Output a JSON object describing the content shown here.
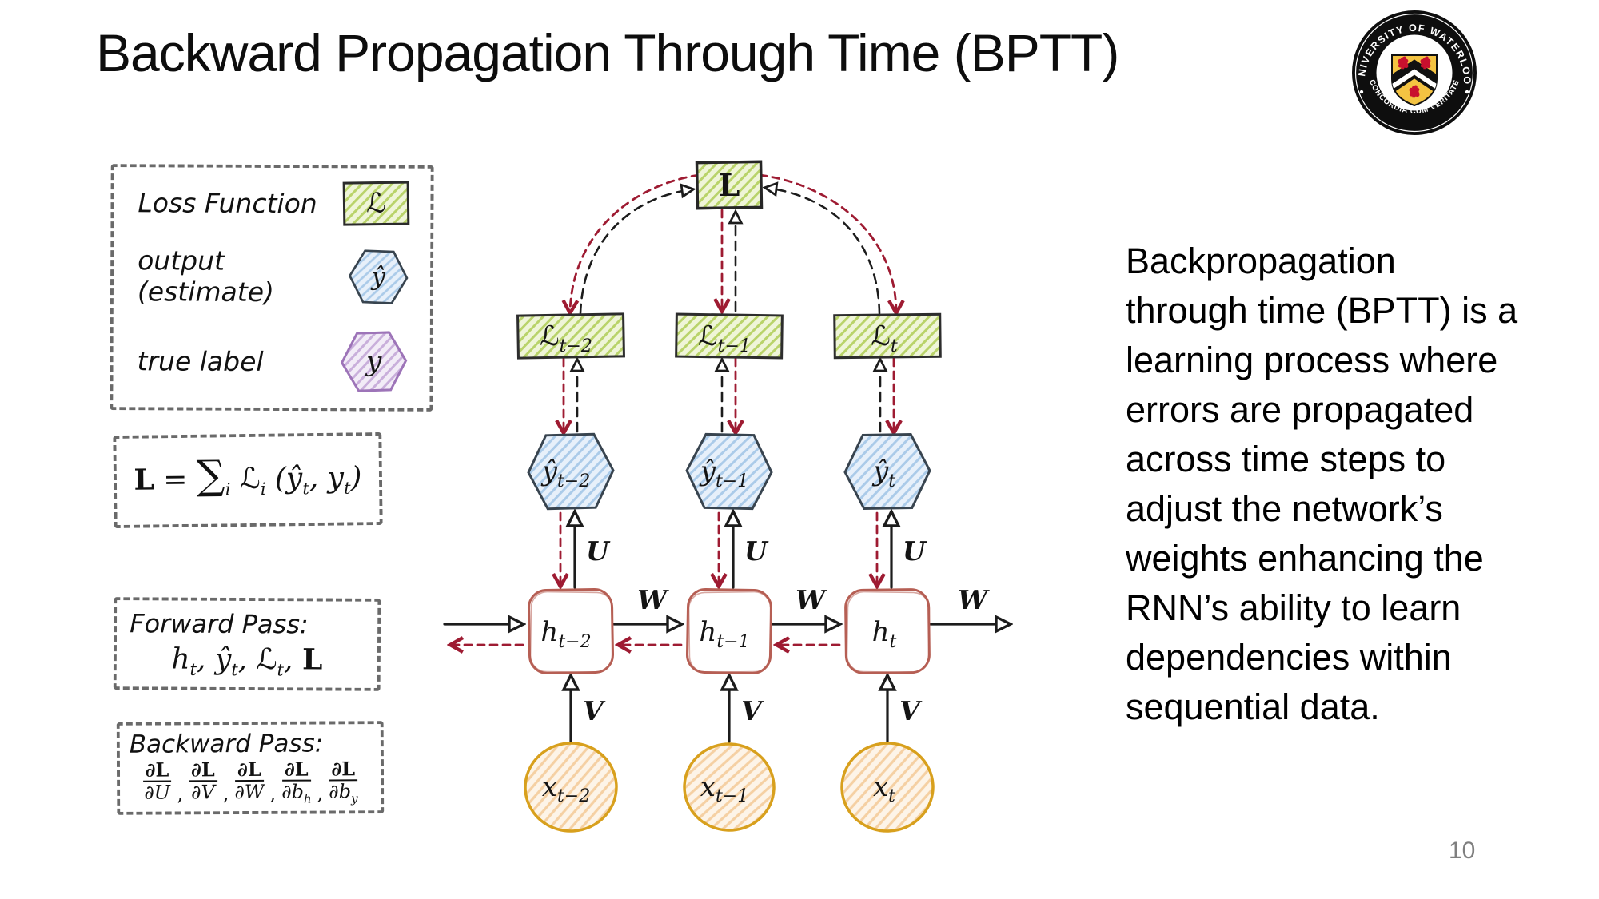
{
  "slide": {
    "title": "Backward Propagation Through Time (BPTT)",
    "page_number": "10"
  },
  "logo": {
    "name": "university-of-waterloo-seal",
    "top_text": "UNIVERSITY OF WATERLOO",
    "bottom_text": "CONCORDIA CUM VERITATE"
  },
  "legend": {
    "items": [
      {
        "label": "Loss Function",
        "symbol": "ℒ",
        "shape": "green-hatched-rectangle"
      },
      {
        "label": "output (estimate)",
        "symbol": "ŷ",
        "shape": "blue-hatched-hexagon"
      },
      {
        "label": "true label",
        "symbol": "y",
        "shape": "purple-hatched-hexagon"
      }
    ]
  },
  "loss_equation": {
    "L": "L",
    "equals": "=",
    "sum": "∑",
    "sum_index": "i",
    "loss": "ℒ",
    "loss_index": "i",
    "open_paren": "(",
    "y_hat": "ŷ",
    "y_hat_sub": "t",
    "comma": ",",
    "y_true": "y",
    "y_true_sub": "t",
    "close_paren": ")"
  },
  "forward_pass": {
    "heading": "Forward Pass:",
    "h": "h",
    "h_sub": "t",
    "comma": ",",
    "y_hat": "ŷ",
    "y_hat_sub": "t",
    "loss": "ℒ",
    "loss_sub": "t",
    "total": "L"
  },
  "backward_pass": {
    "heading": "Backward Pass:",
    "separator": ",",
    "gradients": [
      {
        "num": "∂L",
        "den": "∂U",
        "den_sub": ""
      },
      {
        "num": "∂L",
        "den": "∂V",
        "den_sub": ""
      },
      {
        "num": "∂L",
        "den": "∂W",
        "den_sub": ""
      },
      {
        "num": "∂L",
        "den": "∂b",
        "den_sub": "h"
      },
      {
        "num": "∂L",
        "den": "∂b",
        "den_sub": "y"
      }
    ]
  },
  "diagram": {
    "total_loss_node": {
      "base": "L"
    },
    "loss_nodes": [
      {
        "base": "ℒ",
        "sub": "t−2"
      },
      {
        "base": "ℒ",
        "sub": "t−1"
      },
      {
        "base": "ℒ",
        "sub": "t"
      }
    ],
    "output_nodes": [
      {
        "base": "ŷ",
        "sub": "t−2"
      },
      {
        "base": "ŷ",
        "sub": "t−1"
      },
      {
        "base": "ŷ",
        "sub": "t"
      }
    ],
    "hidden_nodes": [
      {
        "base": "h",
        "sub": "t−2"
      },
      {
        "base": "h",
        "sub": "t−1"
      },
      {
        "base": "h",
        "sub": "t"
      }
    ],
    "input_nodes": [
      {
        "base": "x",
        "sub": "t−2"
      },
      {
        "base": "x",
        "sub": "t−1"
      },
      {
        "base": "x",
        "sub": "t"
      }
    ],
    "weight_labels": {
      "U": "U",
      "V": "V",
      "W": "W"
    }
  },
  "description": {
    "lines": [
      "Backpropagation",
      "through time (BPTT) is a",
      "learning process where",
      "errors are propagated",
      "across time steps to",
      "adjust the network’s",
      "weights enhancing the",
      "RNN’s ability to learn",
      "dependencies within",
      "sequential data."
    ]
  },
  "colors": {
    "loss_green_fill": "#eff5d8",
    "loss_green_hatch": "#b9d36a",
    "output_blue_fill": "#e7f0fa",
    "output_blue_hatch": "#abcbe9",
    "true_purple_fill": "#f2ecf7",
    "true_purple_hatch": "#c9afdb",
    "true_purple_stroke": "#9d74b8",
    "hidden_red_stroke": "#b65f54",
    "input_orange_stroke": "#d8a01d",
    "input_orange_fill": "#fdf4e8",
    "input_orange_hatch": "#f5d0a3",
    "backward_arrow_red": "#9e1b32",
    "forward_arrow_black": "#1c1c1c",
    "panel_border_gray": "#6a6a6a",
    "waterloo_gold": "#f4c342",
    "waterloo_red": "#c8102e"
  }
}
